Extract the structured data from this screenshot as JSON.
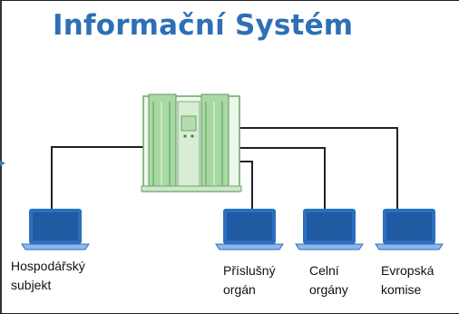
{
  "title": "Informační Systém",
  "server": {
    "icon": "server-rack-icon"
  },
  "nodes": [
    {
      "icon": "laptop-icon",
      "line1": "Hospodářský",
      "line2": "subjekt"
    },
    {
      "icon": "laptop-icon",
      "line1": "Příslušný",
      "line2": "orgán"
    },
    {
      "icon": "laptop-icon",
      "line1": "Celní",
      "line2": "orgány"
    },
    {
      "icon": "laptop-icon",
      "line1": "Evropská",
      "line2": "komise"
    }
  ],
  "colors": {
    "title": "#2e6fb5",
    "server": "#9fcf9a",
    "laptop": "#2a6fc0",
    "line": "#222222"
  }
}
